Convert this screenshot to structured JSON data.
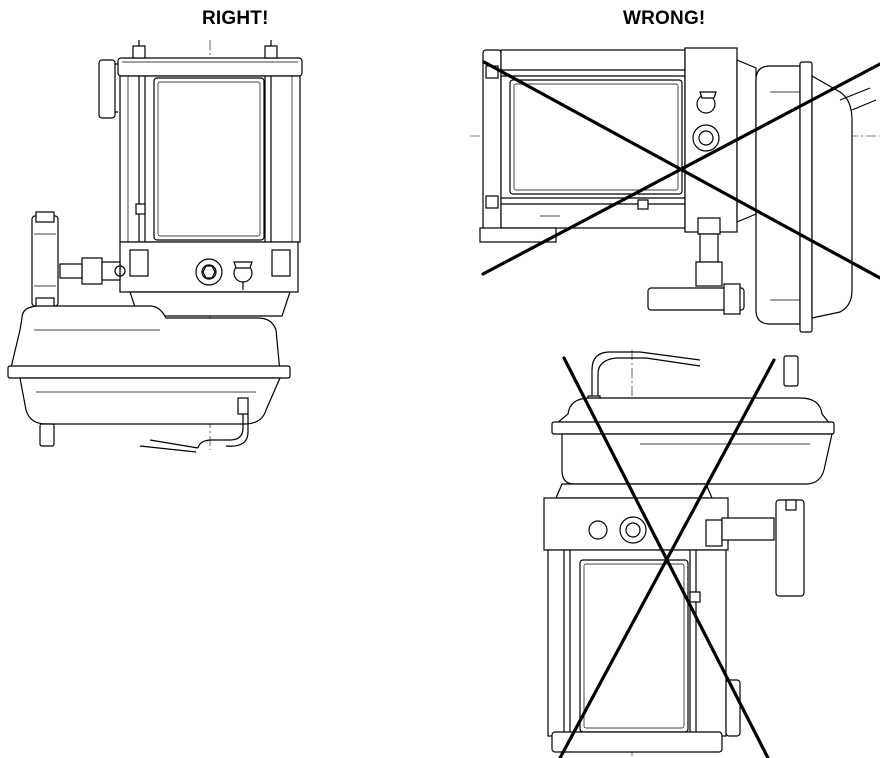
{
  "labels": {
    "right": "RIGHT!",
    "wrong": "WRONG!"
  },
  "figures": {
    "right": "upright-pump-drawing",
    "wrong_sideways": "sideways-pump-drawing",
    "wrong_upside_down": "upside-down-pump-drawing"
  },
  "icons": {
    "cross": "x-mark-icon"
  }
}
